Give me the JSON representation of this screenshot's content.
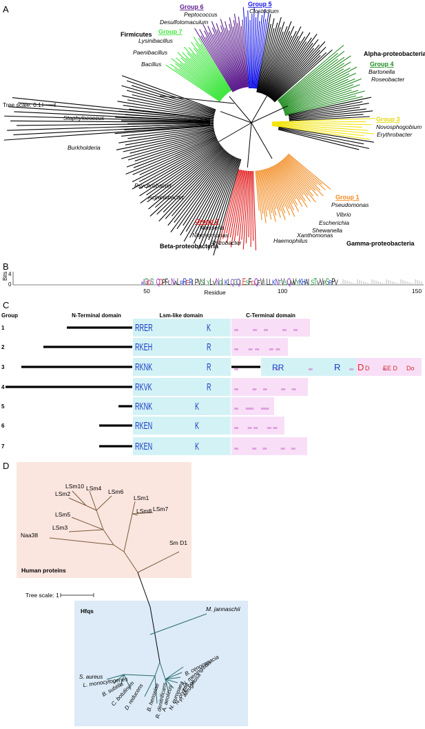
{
  "panels": {
    "a": "A",
    "b": "B",
    "c": "C",
    "d": "D"
  },
  "panel_a": {
    "tree_scale": "Tree scale: 0.1",
    "clades": {
      "firmicutes": "Firmicutes",
      "alpha": "Alpha-proteobacteria",
      "beta": "Beta-proteobacteria",
      "gamma": "Gamma-proteobacteria"
    },
    "groups": [
      {
        "label": "Group 1",
        "color": "#f28a1e",
        "taxa": [
          "Pseudomonas",
          "Vibrio",
          "Escherichia",
          "Shewanella",
          "Xanthomonas",
          "Haemophilus"
        ]
      },
      {
        "label": "Group 2",
        "color": "#e01010",
        "taxa": [
          "Neisseria",
          "Nitrosomonas",
          "Rhizobacter"
        ]
      },
      {
        "label": "Group 3",
        "color": "#f2e40a",
        "taxa": [
          "Novosphogobium",
          "Erythrobacter"
        ]
      },
      {
        "label": "Group 4",
        "color": "#1e8c1e",
        "taxa": [
          "Bartonella",
          "Roseobacter"
        ]
      },
      {
        "label": "Group 5",
        "color": "#1414e6",
        "taxa": [
          "Clostridium"
        ]
      },
      {
        "label": "Group 6",
        "color": "#5a1a8c",
        "taxa": [
          "Peptococcus",
          "Desulfotomaculum"
        ]
      },
      {
        "label": "Group 7",
        "color": "#3ce63c",
        "taxa": [
          "Lysinibacillus",
          "Paenibacillus",
          "Bacillus"
        ]
      }
    ],
    "other_taxa": [
      "Staphylococcus",
      "Burkholderia",
      "Psychrobacter",
      "Acinetobacter"
    ]
  },
  "panel_b": {
    "ylabel": "Bits",
    "yticks": [
      "4",
      "0"
    ],
    "xlabel": "Residue",
    "xticks": [
      "50",
      "100",
      "150"
    ],
    "logo": "KGDS QDPFLNALRRERIPVSIYLVNGIKLQGQIESFDQFVILLKNTVSQMVYKHAISTVVPSRPV"
  },
  "panel_c": {
    "group_header": "Group",
    "domains": [
      "N-Terminal domain",
      "Lsm-like domain",
      "C-Terminal domain"
    ],
    "rows": [
      {
        "n": "1",
        "lsm": "RRER",
        "mid": "K"
      },
      {
        "n": "2",
        "lsm": "RKEH",
        "mid": "R"
      },
      {
        "n": "3",
        "lsm": "RKNK",
        "mid": "R"
      },
      {
        "n": "4",
        "lsm": "RKVK",
        "mid": "R"
      },
      {
        "n": "5",
        "lsm": "RKNK",
        "mid": "K"
      },
      {
        "n": "6",
        "lsm": "RKEN",
        "mid": "K"
      },
      {
        "n": "7",
        "lsm": "RKEN",
        "mid": "K"
      }
    ],
    "row3_extra": {
      "lsm2": "RR",
      "mid2": "R",
      "ct": [
        "D",
        "D",
        "EE D",
        "Do"
      ]
    }
  },
  "panel_d": {
    "human_label": "Human proteins",
    "hfq_label": "Hfqs",
    "tree_scale": "Tree scale: 1",
    "human_color": "#fbe5df",
    "hfq_color": "#dcebf7",
    "human": [
      "LSm10",
      "LSm4",
      "LSm2",
      "LSm6",
      "LSm1",
      "LSm8",
      "LSm7",
      "LSm5",
      "LSm3",
      "Naa38",
      "Sm D1"
    ],
    "hfq": [
      "M. jannaschii",
      "B. cenocepacia",
      "N. meningitidis",
      "E. coli",
      "P. aeruginosa",
      "N. oryzae",
      "N. europaea",
      "A. aeolicus",
      "R. denitrificans",
      "B. henselae",
      "D. reducens",
      "C. botulinum",
      "B. subtilis",
      "L. monocytogenes",
      "S. aureus"
    ]
  }
}
